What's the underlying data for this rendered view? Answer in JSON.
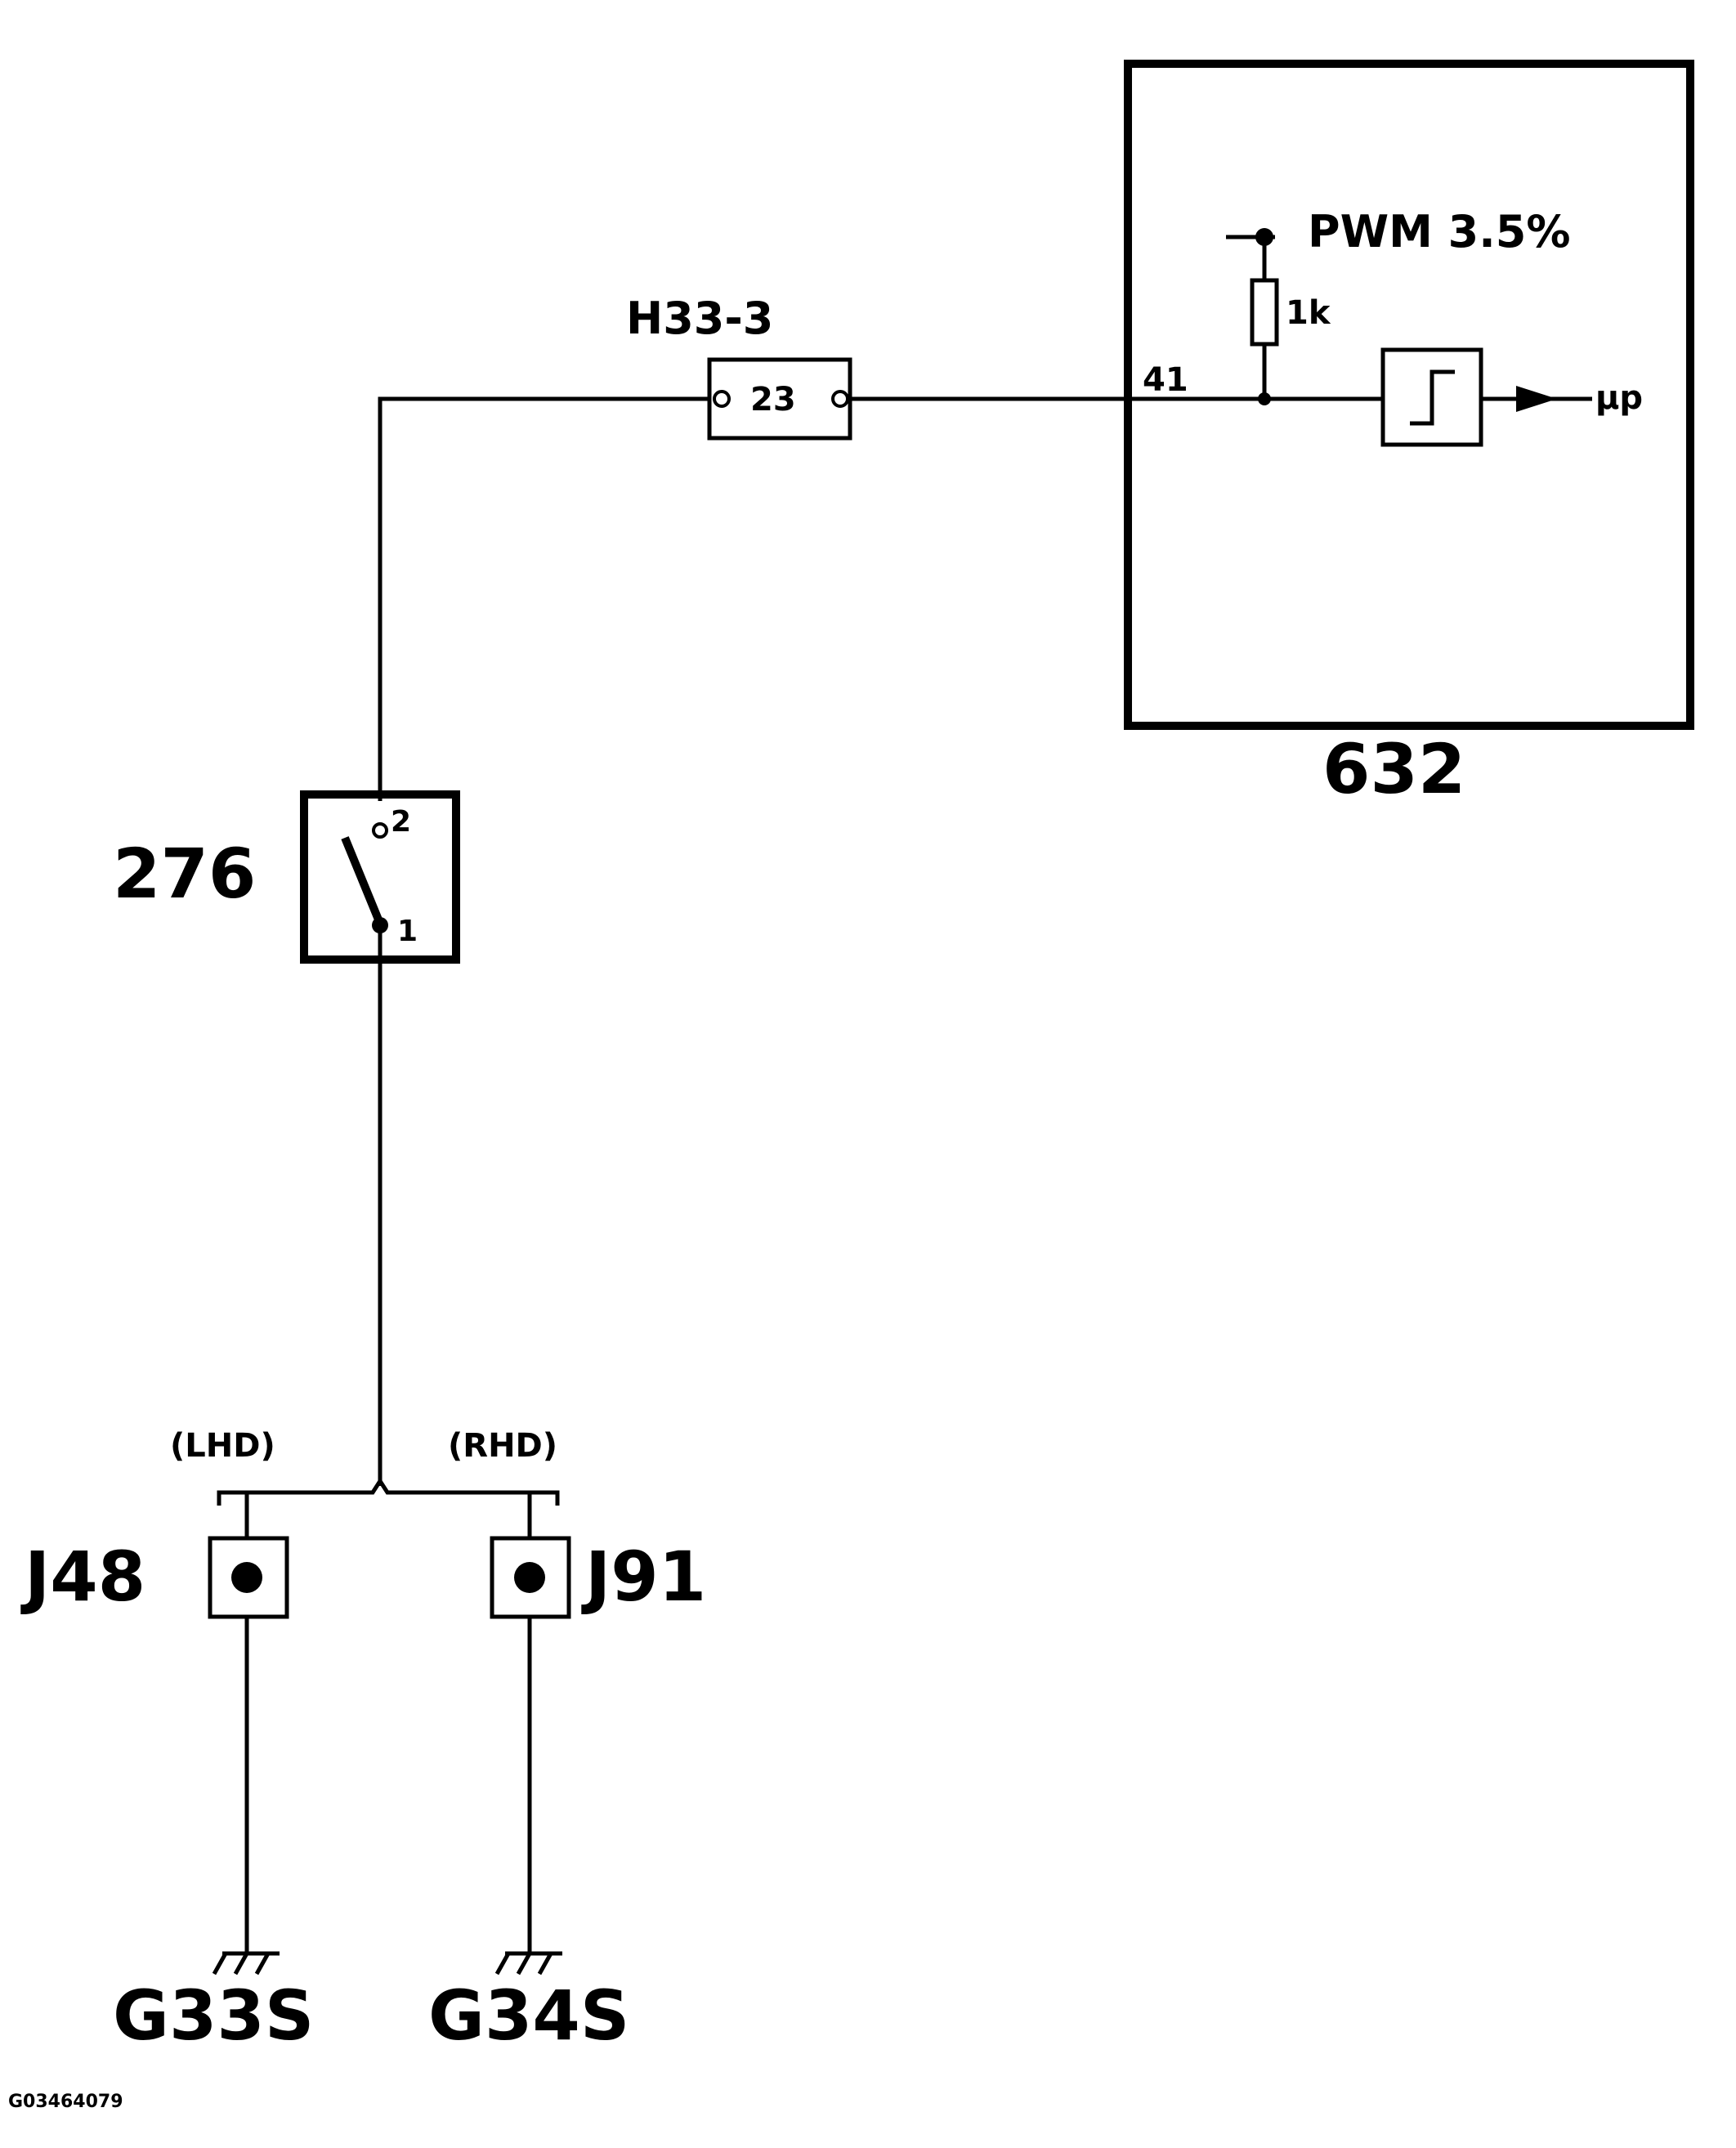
{
  "connector": {
    "id": "H33-3",
    "pin": "23"
  },
  "module": {
    "id": "632",
    "pin": "41",
    "pullup_label": "PWM 3.5%",
    "resistor_label": "1k",
    "output_label": "µp"
  },
  "switch": {
    "id": "276",
    "pin_top": "2",
    "pin_bottom": "1"
  },
  "variants": {
    "left": "(LHD)",
    "right": "(RHD)"
  },
  "splices": {
    "left": "J48",
    "right": "J91"
  },
  "grounds": {
    "left": "G33S",
    "right": "G34S"
  },
  "figure_id": "G03464079"
}
